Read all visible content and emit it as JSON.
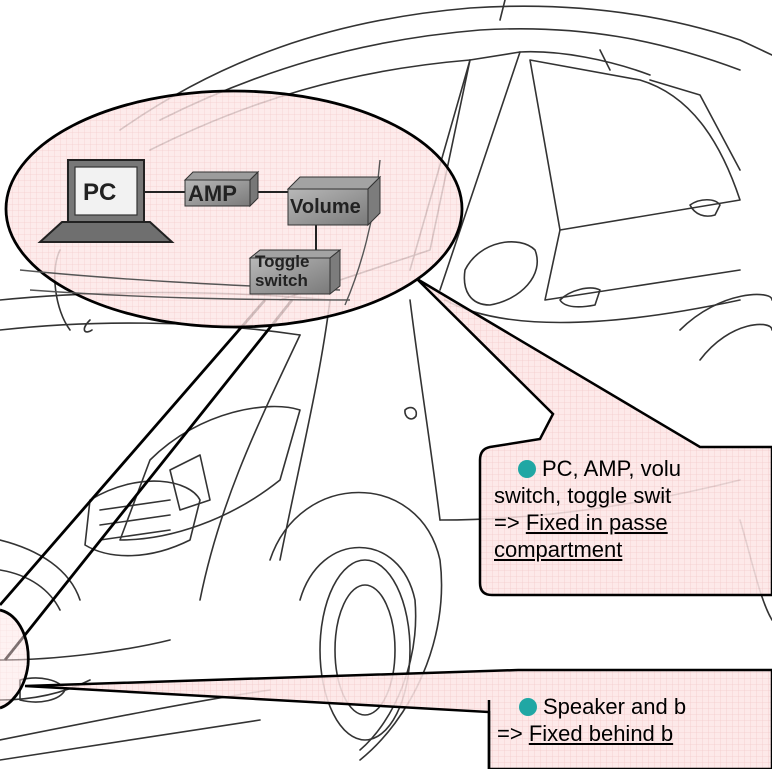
{
  "diagram": {
    "pc_label": "PC",
    "amp_label": "AMP",
    "volume_label": "Volume",
    "toggle_label_line1": "Toggle",
    "toggle_label_line2": "switch"
  },
  "callout_upper": {
    "line1": "PC, AMP, volu",
    "line2": "switch, toggle swit",
    "line3_prefix": "=> ",
    "line3_link": "Fixed in passe",
    "line4": "compartment"
  },
  "callout_lower": {
    "line1": "Speaker and b",
    "line2_prefix": "=> ",
    "line2_link": "Fixed behind b"
  },
  "colors": {
    "callout_fill": "#fde2e2",
    "accent_dot": "#20a7a4",
    "grid": "#f2c4c4"
  }
}
